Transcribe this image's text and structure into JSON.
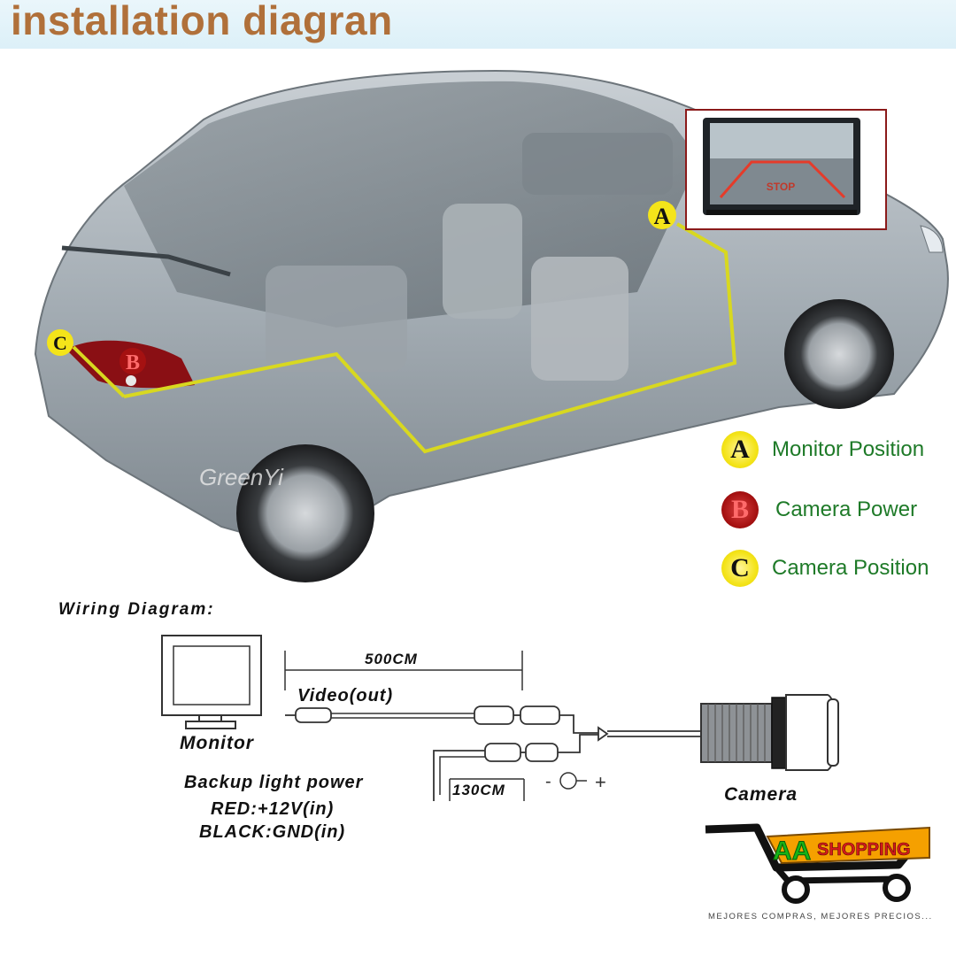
{
  "header": {
    "title": "installation diagran"
  },
  "car_markers": {
    "a": "A",
    "b": "B",
    "c": "C"
  },
  "legend": [
    {
      "letter": "A",
      "label": "Monitor Position",
      "color": "#f4e41a"
    },
    {
      "letter": "B",
      "label": "Camera Power",
      "color": "#a51111"
    },
    {
      "letter": "C",
      "label": "Camera Position",
      "color": "#f4e41a"
    }
  ],
  "monitor_screen": {
    "stop_text": "STOP"
  },
  "watermark": {
    "text": "GreenYi"
  },
  "wiring": {
    "title": "Wiring Diagram:",
    "monitor_label": "Monitor",
    "cable_length": "500CM",
    "video_label": "Video(out)",
    "power_length": "130CM",
    "backup_label": "Backup light power",
    "red_label": "RED:+12V(in)",
    "black_label": "BLACK:GND(in)",
    "camera_label": "Camera",
    "polarity_minus": "-",
    "polarity_plus": "+"
  },
  "logo": {
    "brand_aa": "AA",
    "brand_word": "SHOPPING",
    "tagline": "MEJORES COMPRAS, MEJORES PRECIOS..."
  },
  "colors": {
    "title": "#b0703a",
    "legend_text": "#1e7a28",
    "wire_path": "#d8d820"
  }
}
